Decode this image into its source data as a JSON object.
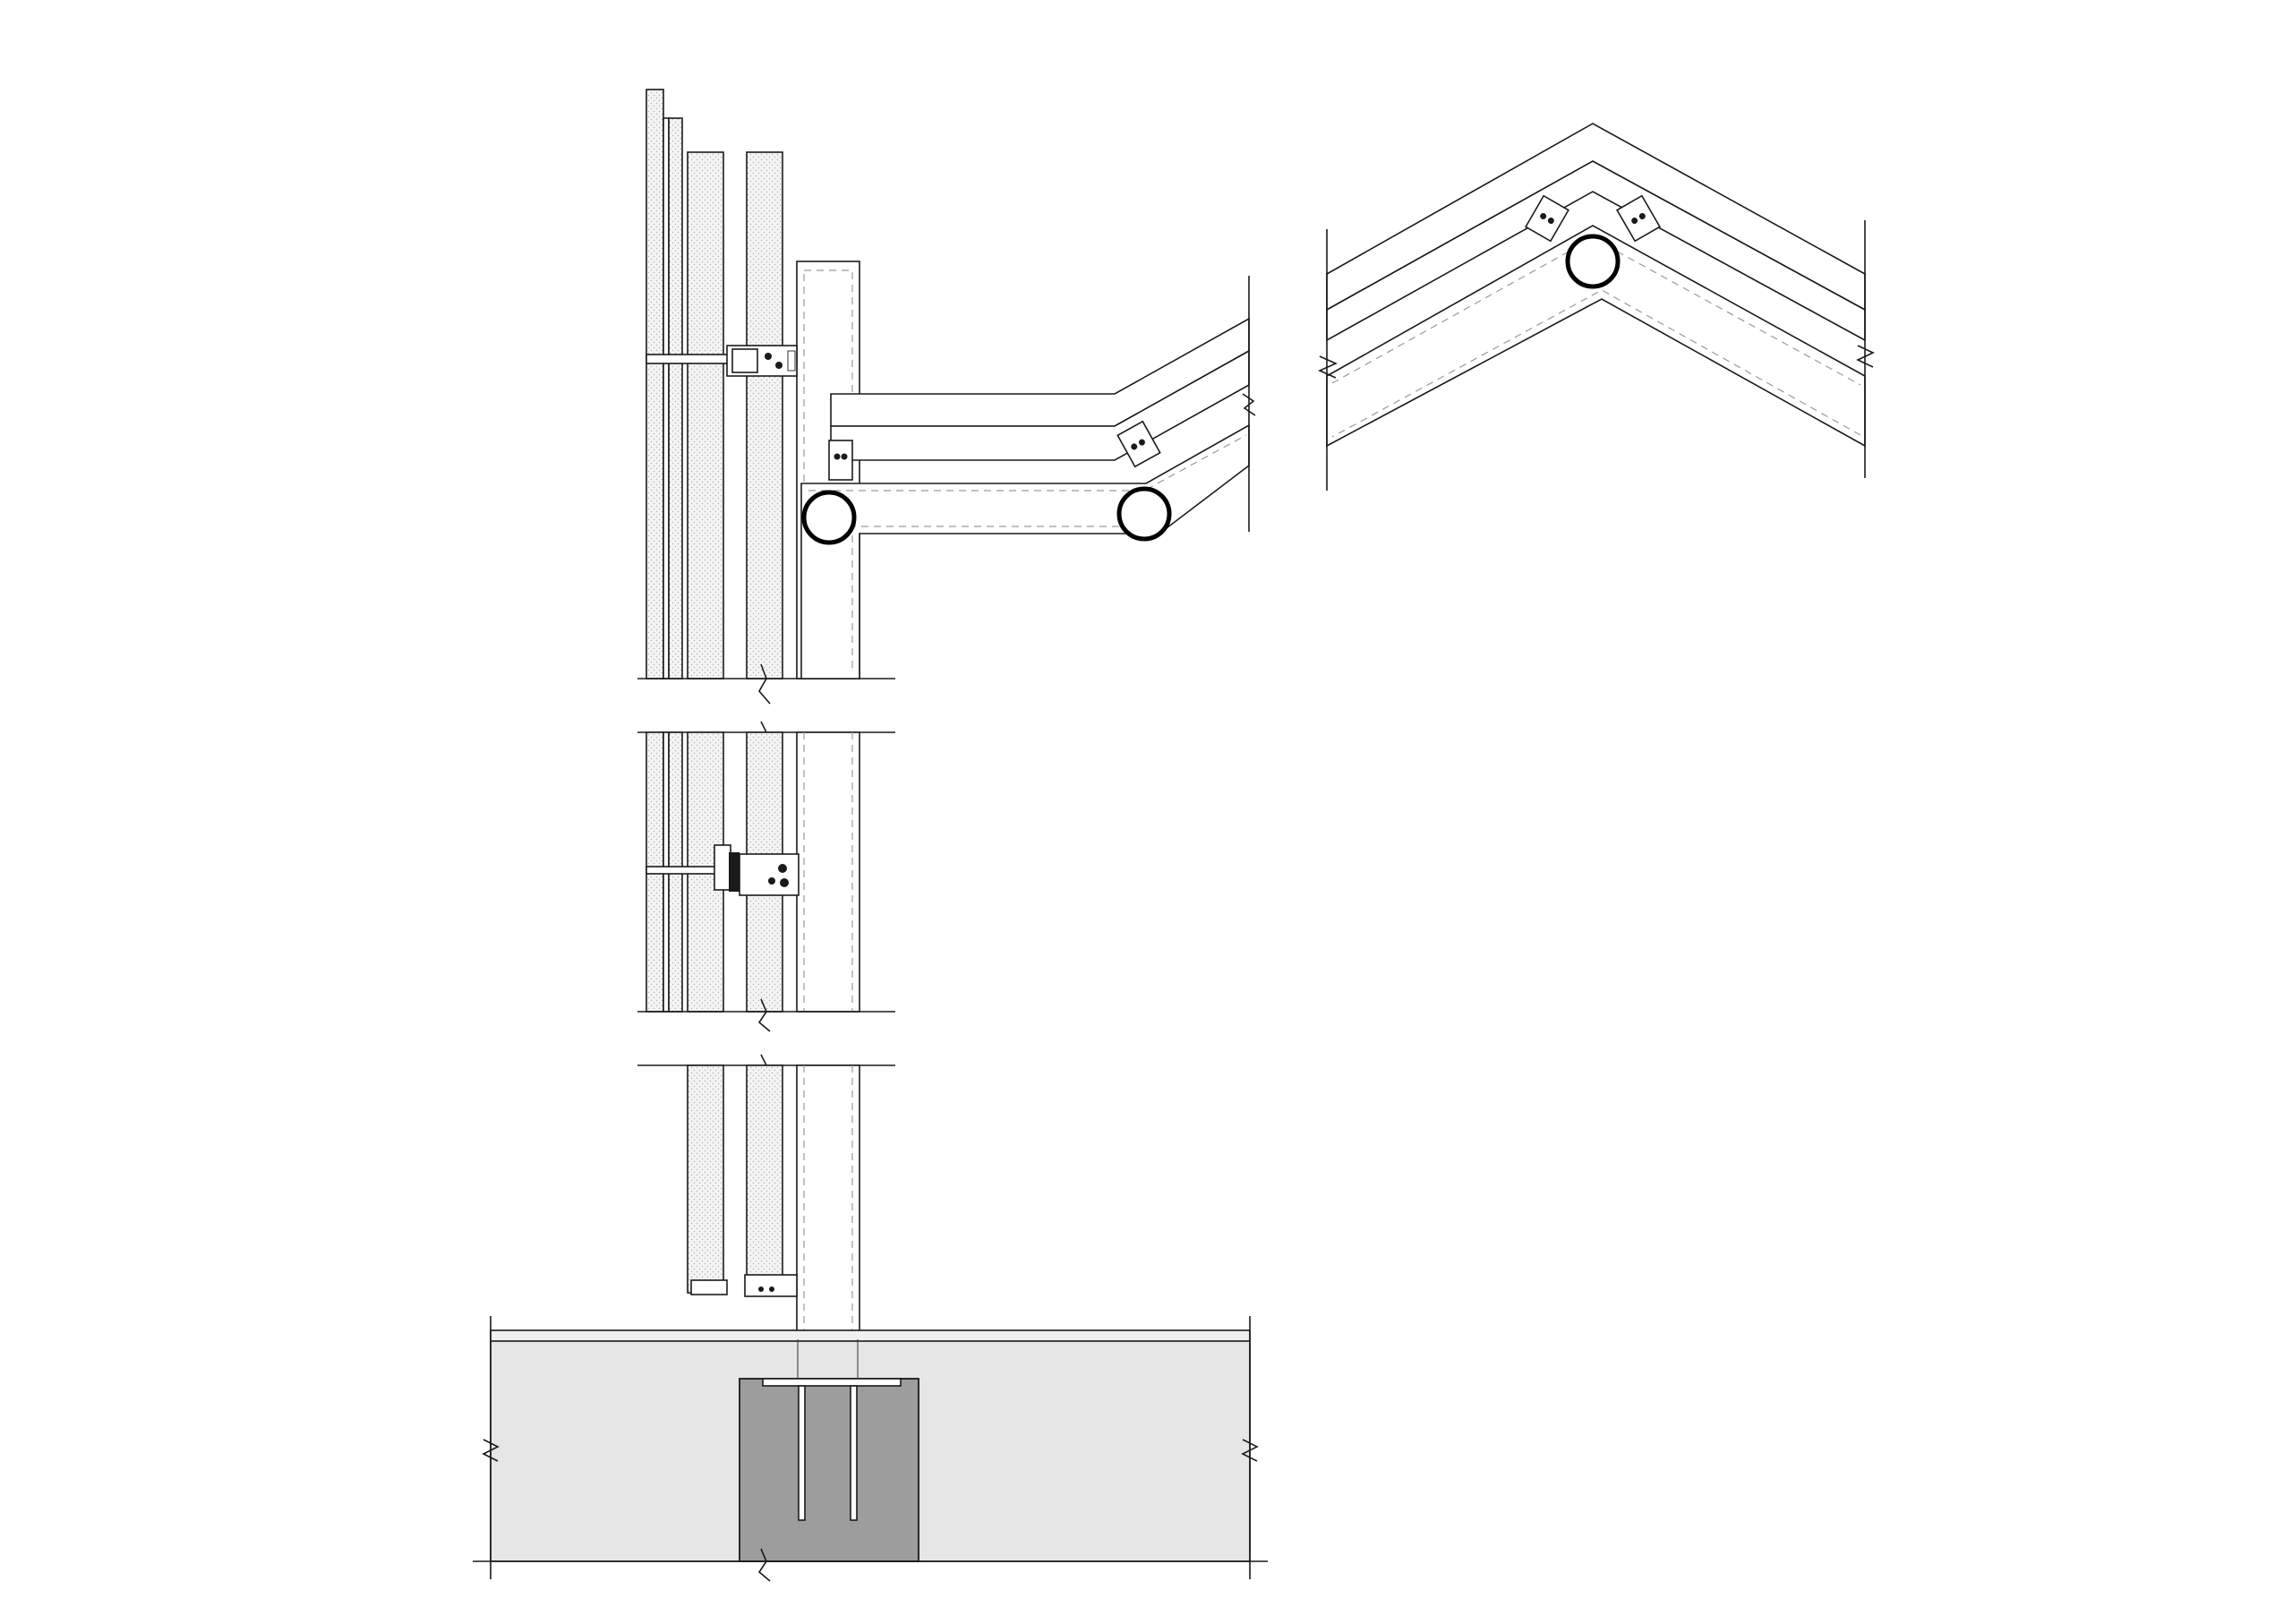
{
  "drawing": {
    "type": "architectural section detail",
    "style": "black linework on white, no text labels",
    "colors": {
      "line": "#1a1a1a",
      "insulation_fill": "#f2f2f2",
      "concrete_slab": "#e6e6e6",
      "footing": "#9d9d9d",
      "hidden_line": "#9a9a9a"
    },
    "views": [
      {
        "name": "wall-section",
        "segments": 3
      },
      {
        "name": "roof-eave-section"
      },
      {
        "name": "roof-ridge-section"
      }
    ],
    "icons": [
      "break-line-icon",
      "bracket-connector-icon",
      "tube-section-icon"
    ]
  }
}
